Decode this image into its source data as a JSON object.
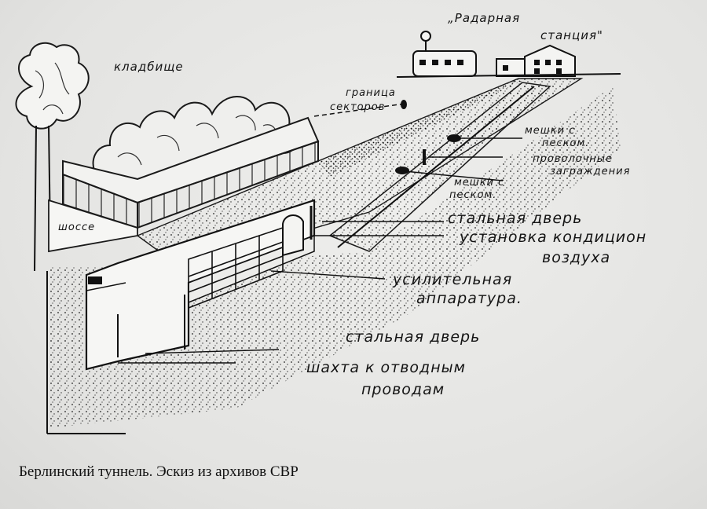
{
  "labels": {
    "cemetery": "кладбище",
    "radar_1": "„Радарная",
    "radar_2": "станция\"",
    "sector_1": "граница",
    "sector_2": "секторов",
    "sandbags_a_1": "мешки с",
    "sandbags_a_2": "песком.",
    "wire_1": "проволочные",
    "wire_2": "заграждения",
    "sandbags_b_1": "мешки с",
    "sandbags_b_2": "песком.",
    "highway": "шоссе",
    "steel_door_1": "стальная дверь",
    "aircon_1": "установка кондицион",
    "aircon_2": "воздуха",
    "amplifier_1": "усилительная",
    "amplifier_2": "аппаратура.",
    "steel_door_2": "стальная дверь",
    "shaft_1": "шахта к отводным",
    "shaft_2": "проводам"
  },
  "caption": "Берлинский туннель. Эскиз из архивов СВР"
}
